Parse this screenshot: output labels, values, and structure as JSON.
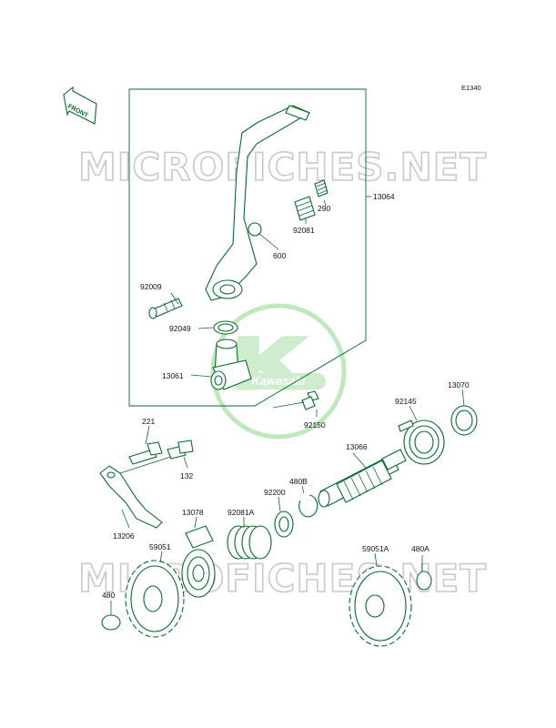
{
  "diagram": {
    "code": "E1340",
    "front_label": "FRONT",
    "watermark": "MICROFICHES.NET",
    "brand": "Kawasaki",
    "colors": {
      "line": "#0a6a2a",
      "fill": "#d8f3d8",
      "watermark": "#c9c9c9",
      "logo": "#bfe8bf"
    }
  },
  "parts": [
    {
      "id": "p13064",
      "label": "13064"
    },
    {
      "id": "p290",
      "label": "290"
    },
    {
      "id": "p92081",
      "label": "92081"
    },
    {
      "id": "p600",
      "label": "600"
    },
    {
      "id": "p92009",
      "label": "92009"
    },
    {
      "id": "p92049",
      "label": "92049"
    },
    {
      "id": "p13061",
      "label": "13061"
    },
    {
      "id": "p92150",
      "label": "92150"
    },
    {
      "id": "p13070",
      "label": "13070"
    },
    {
      "id": "p92145",
      "label": "92145"
    },
    {
      "id": "p13066",
      "label": "13066"
    },
    {
      "id": "p221",
      "label": "221"
    },
    {
      "id": "p132",
      "label": "132"
    },
    {
      "id": "p13206",
      "label": "13206"
    },
    {
      "id": "p480B",
      "label": "480B"
    },
    {
      "id": "p92200",
      "label": "92200"
    },
    {
      "id": "p92081A",
      "label": "92081A"
    },
    {
      "id": "p13078",
      "label": "13078"
    },
    {
      "id": "p59051",
      "label": "59051"
    },
    {
      "id": "p480",
      "label": "480"
    },
    {
      "id": "p59051A",
      "label": "59051A"
    },
    {
      "id": "p480A",
      "label": "480A"
    }
  ]
}
